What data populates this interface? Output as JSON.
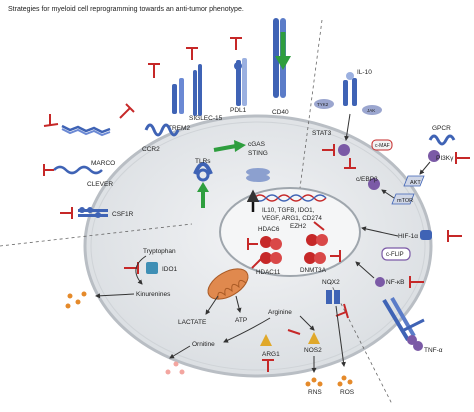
{
  "caption": "Strategies for myeloid cell reprogramming towards an anti-tumor phenotype.",
  "receptors": {
    "trem2": "TREM2",
    "siglec15": "SIGLEC-15",
    "pdl1": "PDL1",
    "cd40": "CD40",
    "ccr2": "CCR2",
    "marco": "MARCO",
    "clever": "CLEVER",
    "csf1r": "CSF1R",
    "tlrs": "TLRs",
    "il10": "IL-10",
    "gpcr": "GPCR",
    "tnfa": "TNF-α"
  },
  "signaling": {
    "tyk2": "TYK2",
    "jak": "JAK",
    "stat3": "STAT3",
    "cebpb": "c/EBPβ",
    "cmaf": "c-MAF",
    "pi3kg": "PI3Kγ",
    "akt": "AKT",
    "mtor": "mTOR",
    "cgas": "cGAS",
    "sting": "STING",
    "hif1a": "HIF-1α",
    "cflip": "c-FLIP",
    "nfkb": "NF-κB"
  },
  "nucleus": {
    "genes_line1": "IL10, TGFB, IDO1,",
    "genes_line2": "VEGF, ARG1, CD274",
    "hdac6": "HDAC6",
    "ezh2": "EZH2",
    "hdac11": "HDAC11",
    "dnmt3a": "DNMT3A"
  },
  "metabolism": {
    "tryptophan": "Tryptophan",
    "ido1": "IDO1",
    "kinurenines": "Kinurenines",
    "lactate": "LACTATE",
    "atp": "ATP",
    "arginine": "Arginine",
    "ornitine": "Ornitine",
    "arg1": "ARG1",
    "nos2": "NOS2",
    "nox2": "NOX2",
    "rns": "RNS",
    "ros": "ROS"
  },
  "colors": {
    "inhibit": "#c62828",
    "activate": "#2e9e3e",
    "cell_fill": "#e9ecef",
    "nucleus_fill": "#f4f5f6",
    "receptor_blue": "#3f63b5"
  }
}
